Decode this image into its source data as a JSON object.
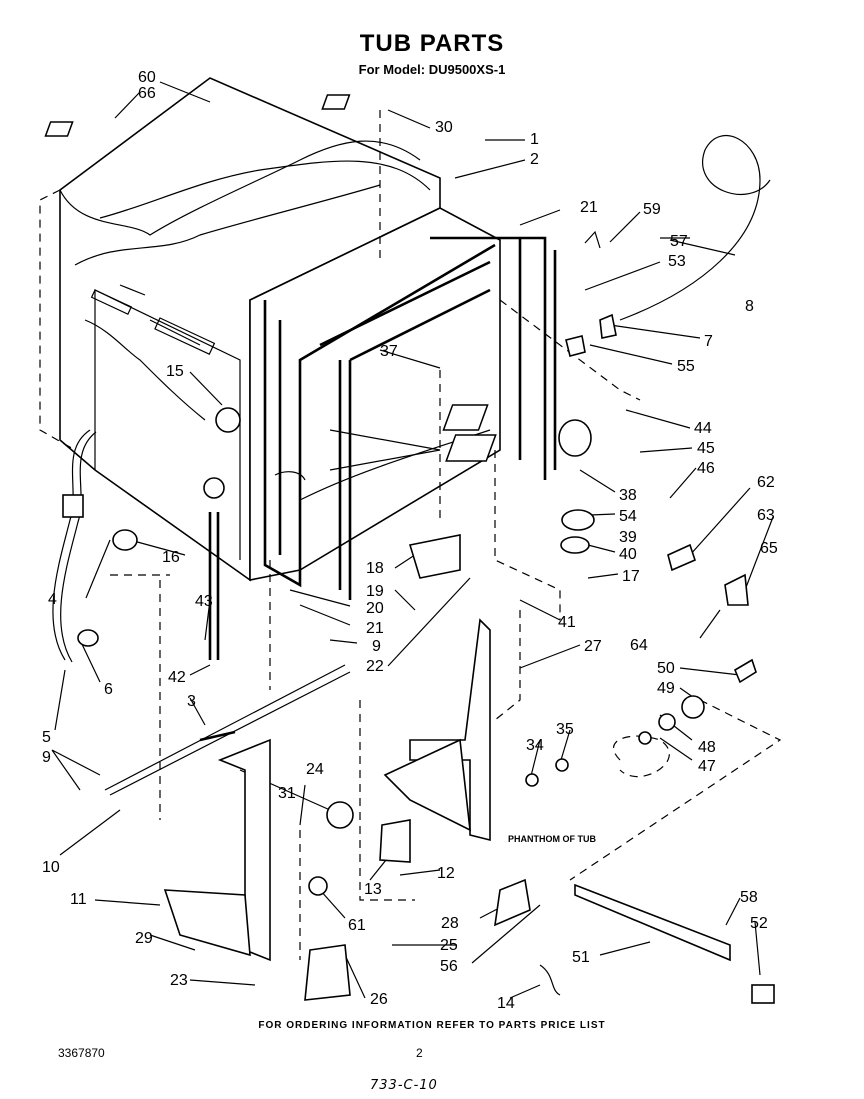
{
  "header": {
    "title": "TUB PARTS",
    "subtitle": "For Model: DU9500XS-1"
  },
  "footer": {
    "ordering_note": "FOR ORDERING INFORMATION REFER TO PARTS PRICE LIST",
    "document_number": "3367870",
    "page_number": "2",
    "stamp": "733-C-10"
  },
  "annotations": {
    "phantom_of_tub": "PHANTHOM OF TUB"
  },
  "callouts": [
    "60",
    "66",
    "30",
    "1",
    "2",
    "21",
    "59",
    "57",
    "53",
    "8",
    "7",
    "55",
    "37",
    "15",
    "44",
    "45",
    "46",
    "62",
    "63",
    "65",
    "38",
    "54",
    "39",
    "40",
    "17",
    "16",
    "18",
    "19",
    "20",
    "21",
    "41",
    "4",
    "43",
    "9",
    "22",
    "27",
    "64",
    "50",
    "49",
    "48",
    "47",
    "6",
    "42",
    "3",
    "5",
    "9",
    "24",
    "34",
    "35",
    "31",
    "10",
    "11",
    "12",
    "13",
    "61",
    "28",
    "58",
    "52",
    "29",
    "25",
    "56",
    "51",
    "23",
    "26",
    "14"
  ]
}
